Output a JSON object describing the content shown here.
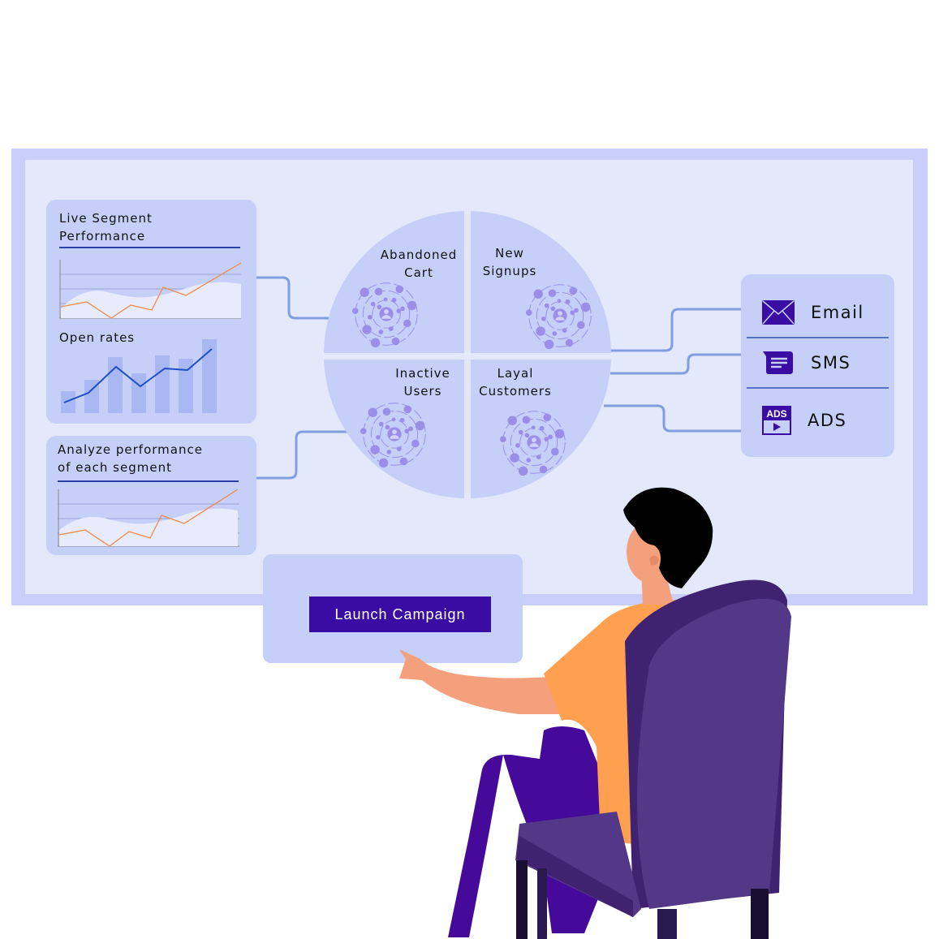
{
  "panels": {
    "live_segment": {
      "title_line1": "Live Segment",
      "title_line2": "Performance",
      "subtitle": "Open rates"
    },
    "analyze": {
      "title_line1": "Analyze performance",
      "title_line2": "of each segment"
    }
  },
  "segments": [
    {
      "line1": "Abandoned",
      "line2": "Cart"
    },
    {
      "line1": "New",
      "line2": "Signups"
    },
    {
      "line1": "Inactive",
      "line2": "Users"
    },
    {
      "line1": "Layal",
      "line2": "Customers"
    }
  ],
  "channels": [
    {
      "label": "Email",
      "icon": "envelope-icon"
    },
    {
      "label": "SMS",
      "icon": "chat-message-icon"
    },
    {
      "label": "ADS",
      "icon": "ads-video-icon",
      "icon_text": "ADS"
    }
  ],
  "launch": {
    "label": "Launch Campaign"
  },
  "colors": {
    "accent": "#3a0ca3",
    "panel": "#c6cff8",
    "screen": "#e3e8fb",
    "connector": "#7f9fe0",
    "chart_orange": "#f08a4b",
    "chart_blue": "#1d4fc4"
  }
}
